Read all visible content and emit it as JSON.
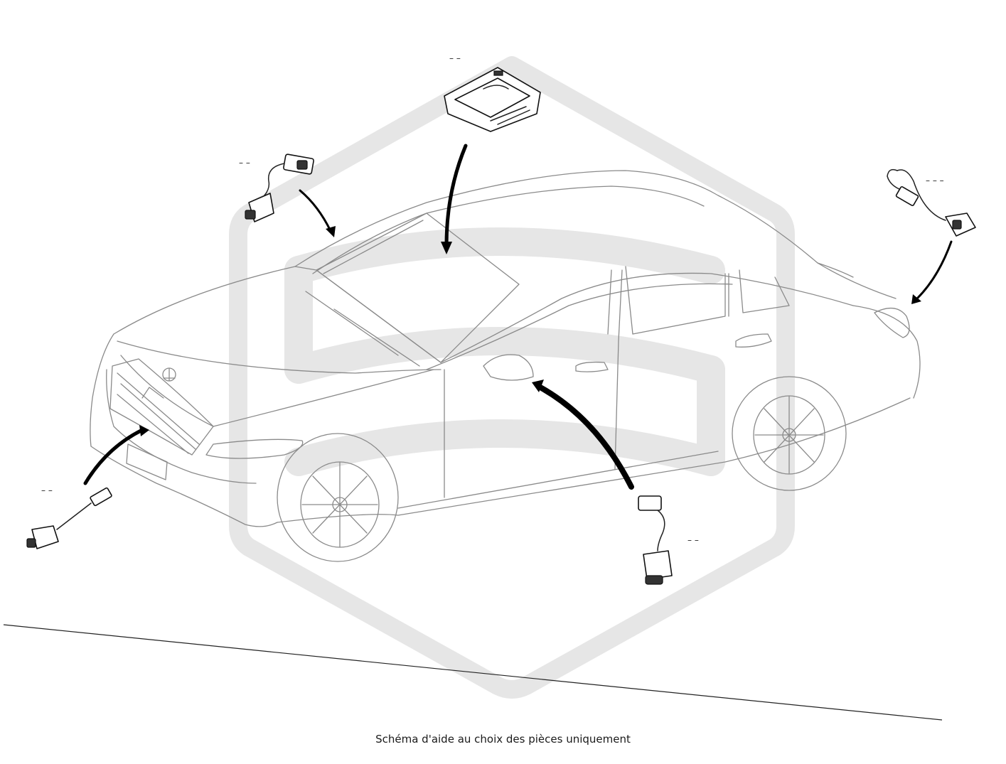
{
  "caption": "Schéma d'aide au choix des pièces uniquement",
  "parts": [
    {
      "name": "windshield-camera-module",
      "label": "– –"
    },
    {
      "name": "left-mirror-camera",
      "label": "– –"
    },
    {
      "name": "rear-camera",
      "label": "– – –"
    },
    {
      "name": "front-grille-camera",
      "label": "– –"
    },
    {
      "name": "right-mirror-camera",
      "label": "– –"
    }
  ],
  "colors": {
    "watermark": "#e6e6e6",
    "outline": "#8a8a8a",
    "arrow": "#000000"
  }
}
